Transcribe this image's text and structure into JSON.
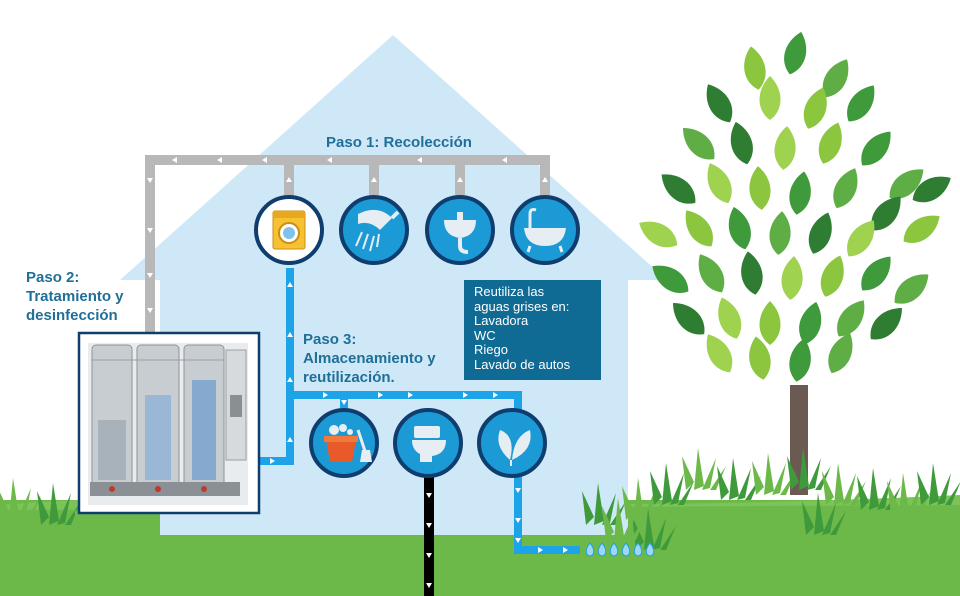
{
  "steps": {
    "step1": "Paso 1: Recolección",
    "step2": [
      "Paso 2:",
      "Tratamiento y",
      "desinfección"
    ],
    "step3": [
      "Paso 3:",
      "Almacenamiento y",
      "reutilización."
    ]
  },
  "info_box": {
    "lines": [
      "Reutiliza las",
      "aguas grises en:",
      "Lavadora",
      "WC",
      "Riego",
      "Lavado de autos"
    ]
  },
  "collection_icons": [
    "washing-machine-icon",
    "shower-icon",
    "sink-icon",
    "bathtub-icon"
  ],
  "reuse_icons": [
    "cleaning-bucket-icon",
    "toilet-icon",
    "leaf-icon"
  ],
  "colors": {
    "house": "#cfe8f7",
    "collection_pipe": "#b8b8b8",
    "reuse_pipe": "#1ca3e8",
    "drain_pipe": "#000000",
    "ground": "#6cb94a",
    "label_text": "#1f6f98",
    "info_box": "#0f6a94",
    "icon_ring": "#0f3d6e"
  }
}
